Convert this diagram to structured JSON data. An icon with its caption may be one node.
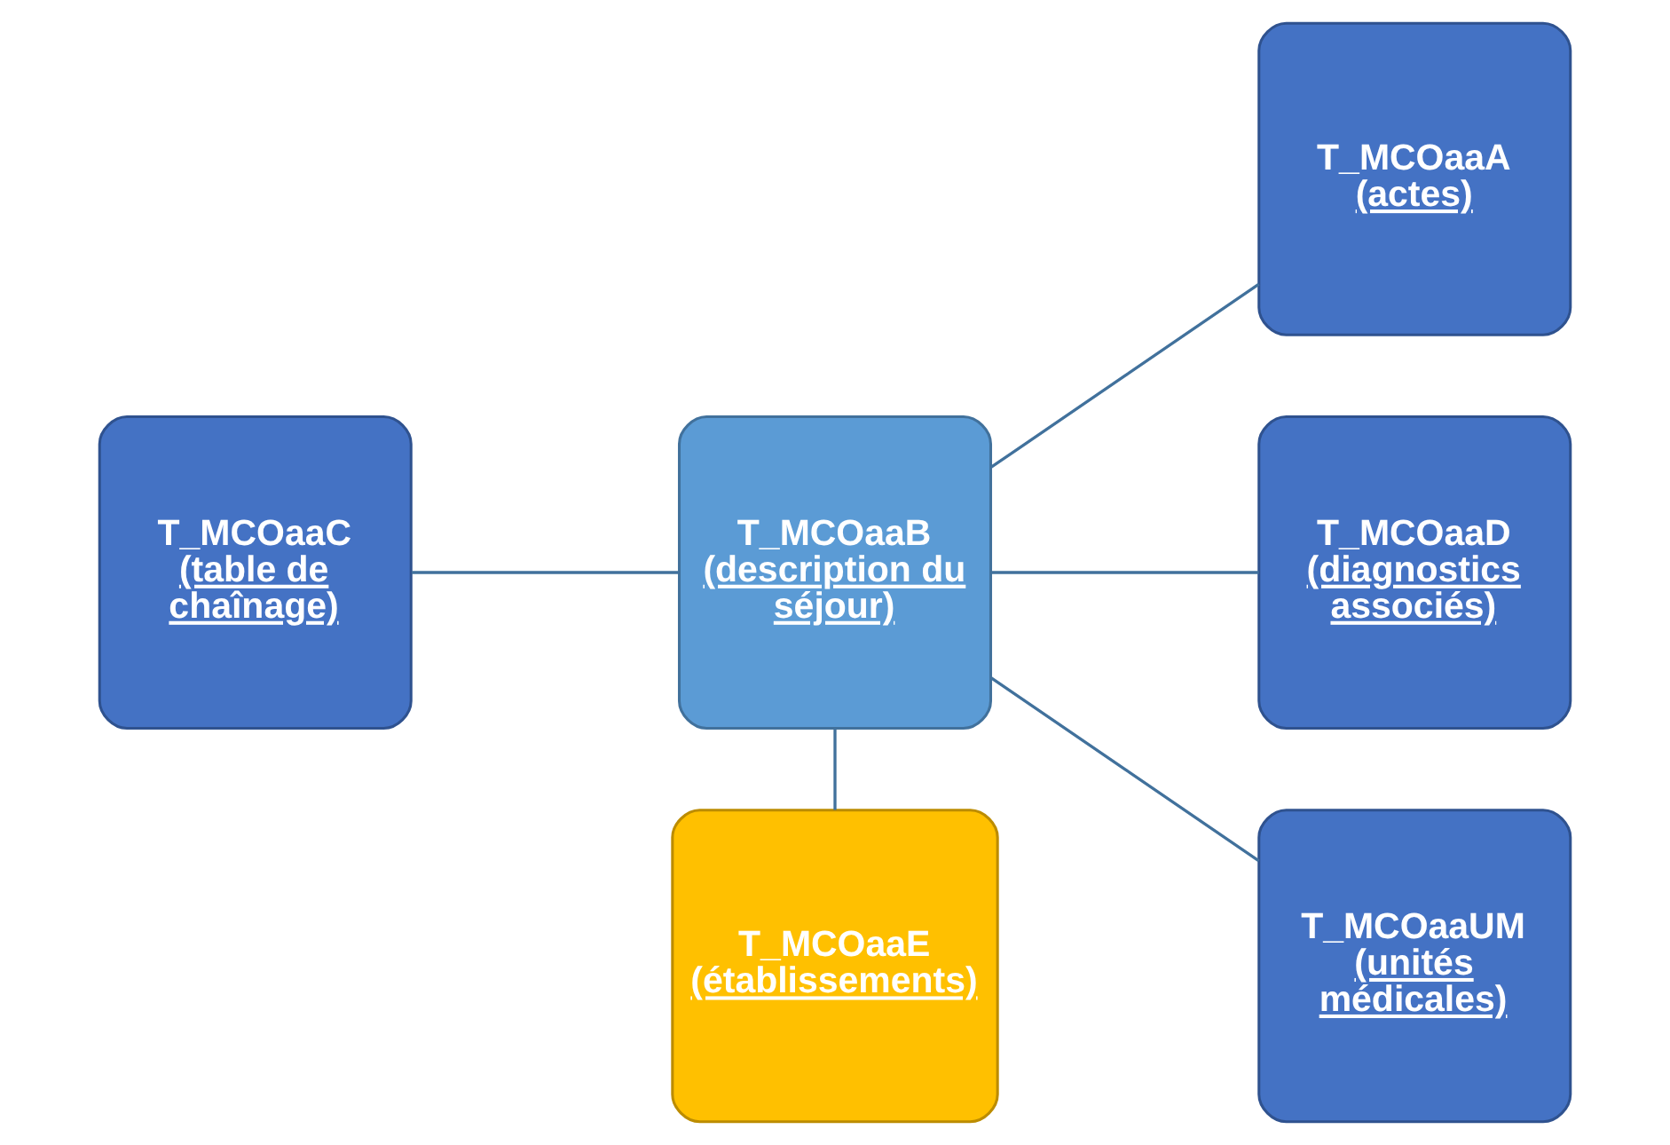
{
  "diagram": {
    "nodes": [
      {
        "text": [
          "T_MCOaaE",
          "(établissements)"
        ]
      },
      {
        "text": [
          "T_MCOaaA",
          "(actes)"
        ]
      },
      {
        "text": [
          "T_MCOaaC",
          "(table de chaînage)"
        ]
      },
      {
        "text": [
          "T_MCOaaB",
          "(description du séjour)"
        ]
      },
      {
        "text": [
          "T_MCOaaD",
          "(diagnostics associés)"
        ]
      },
      {
        "text": [
          "T_MCOaaUM",
          "(unités médicales)"
        ]
      }
    ],
    "edges": [
      {
        "from": 3,
        "to": 0,
        "arrow": "none"
      },
      {
        "from": 3,
        "to": 1,
        "arrow": "none"
      },
      {
        "from": 2,
        "to": 3,
        "arrow": "none"
      },
      {
        "from": 3,
        "to": 4,
        "arrow": "none"
      },
      {
        "from": 3,
        "to": 5,
        "arrow": "none"
      }
    ]
  }
}
